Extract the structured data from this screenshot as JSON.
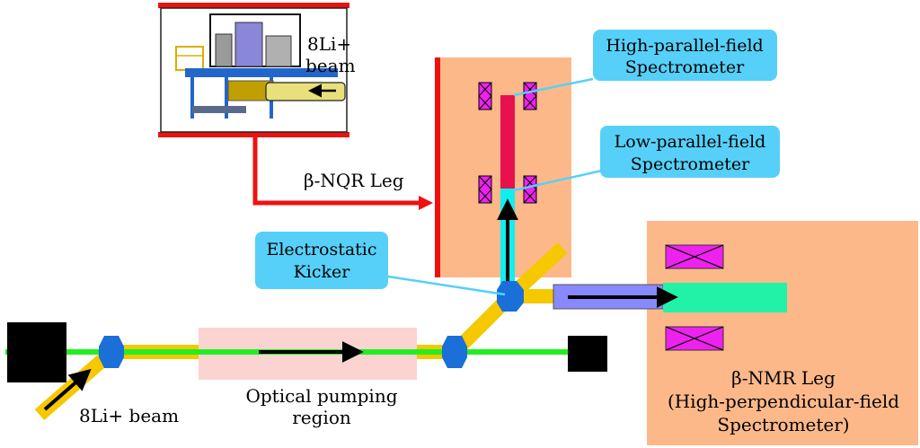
{
  "labels": {
    "li_beam_top_line1": "8Li+",
    "li_beam_top_line2": "beam",
    "nqr_leg": "β-NQR Leg",
    "high_parallel_line1": "High-parallel-field",
    "high_parallel_line2": "Spectrometer",
    "low_parallel_line1": "Low-parallel-field",
    "low_parallel_line2": "Spectrometer",
    "kicker_line1": "Electrostatic",
    "kicker_line2": "Kicker",
    "li_beam_bottom": "8Li+ beam",
    "optical_line1": "Optical pumping",
    "optical_line2": "region",
    "nmr_line1": "β-NMR Leg",
    "nmr_line2": "(High-perpendicular-field",
    "nmr_line3": "Spectrometer)"
  },
  "colors": {
    "red": "#ee1111",
    "orange_region": "#fdb88a",
    "pink_region": "#fbd3d0",
    "beam_green": "#22ee22",
    "beam_yellow": "#f5c800",
    "spectrometer_red": "#e8104e",
    "cyan_tube": "#11eeee",
    "nmr_tube": "#22f2a8",
    "purple_tube": "#8888ff",
    "callout_fill": "#56d0f8",
    "bender_blue": "#1a6fd8",
    "magnet_magenta": "#ee22ee"
  }
}
